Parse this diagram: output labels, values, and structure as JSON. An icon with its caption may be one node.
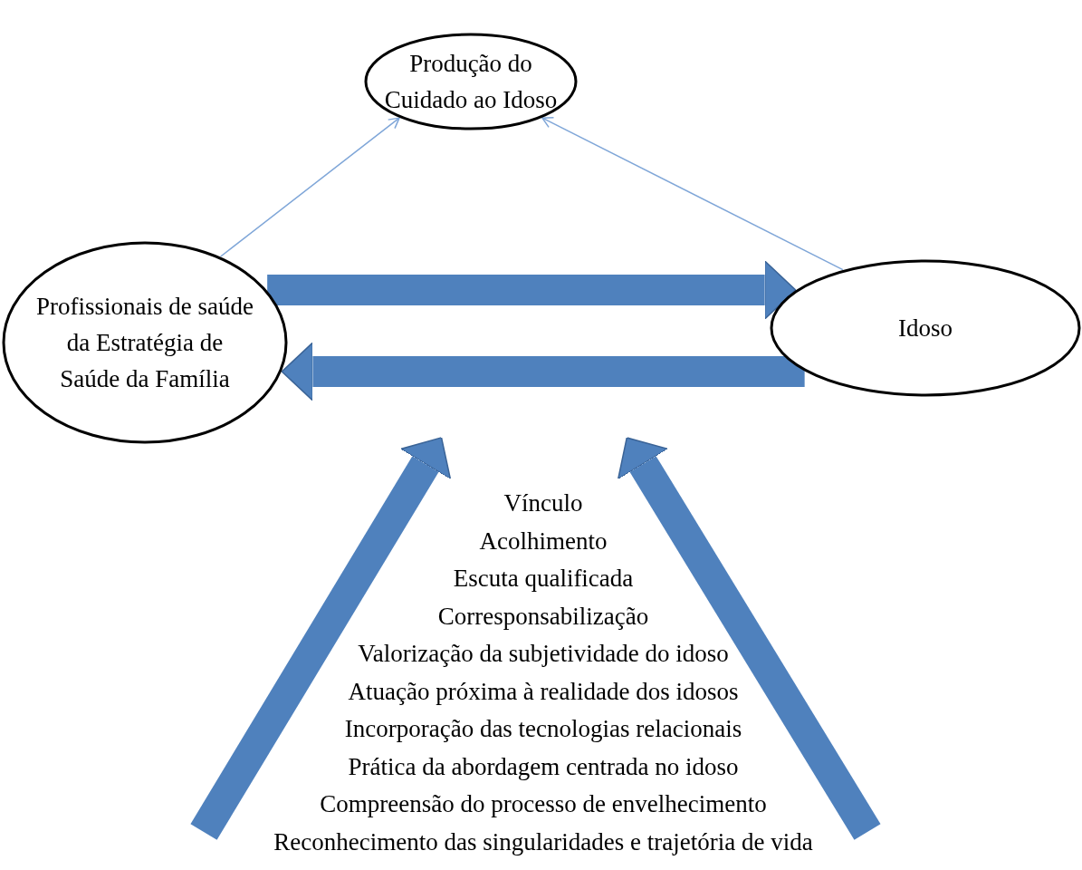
{
  "diagram": {
    "nodes": [
      {
        "text": [
          "Produção do Cuidado ao Idoso"
        ]
      },
      {
        "text": [
          "Profissionais de saúde da Estratégia de Saúde da Família"
        ]
      },
      {
        "text": [
          "Idoso"
        ]
      },
      {
        "text": [
          "Vínculo",
          "Acolhimento",
          "Escuta qualificada",
          "Corresponsabilização",
          "Valorização da subjetividade do idoso",
          "Atuação próxima à realidade dos idosos",
          "Incorporação das tecnologias relacionais",
          "Prática da abordagem centrada no idoso",
          "Compreensão do processo de envelhecimento",
          "Reconhecimento das singularidades e trajetória de vida"
        ]
      }
    ],
    "edges": [
      {
        "from": 1,
        "to": 0,
        "arrow": "to",
        "color": "#7fa6d8"
      },
      {
        "from": 2,
        "to": 0,
        "arrow": "to",
        "color": "#7fa6d8"
      },
      {
        "from": 1,
        "to": 2,
        "arrow": "to",
        "style": "thick",
        "color": "#4f81bd"
      },
      {
        "from": 2,
        "to": 1,
        "arrow": "to",
        "style": "thick",
        "color": "#4f81bd"
      }
    ]
  }
}
